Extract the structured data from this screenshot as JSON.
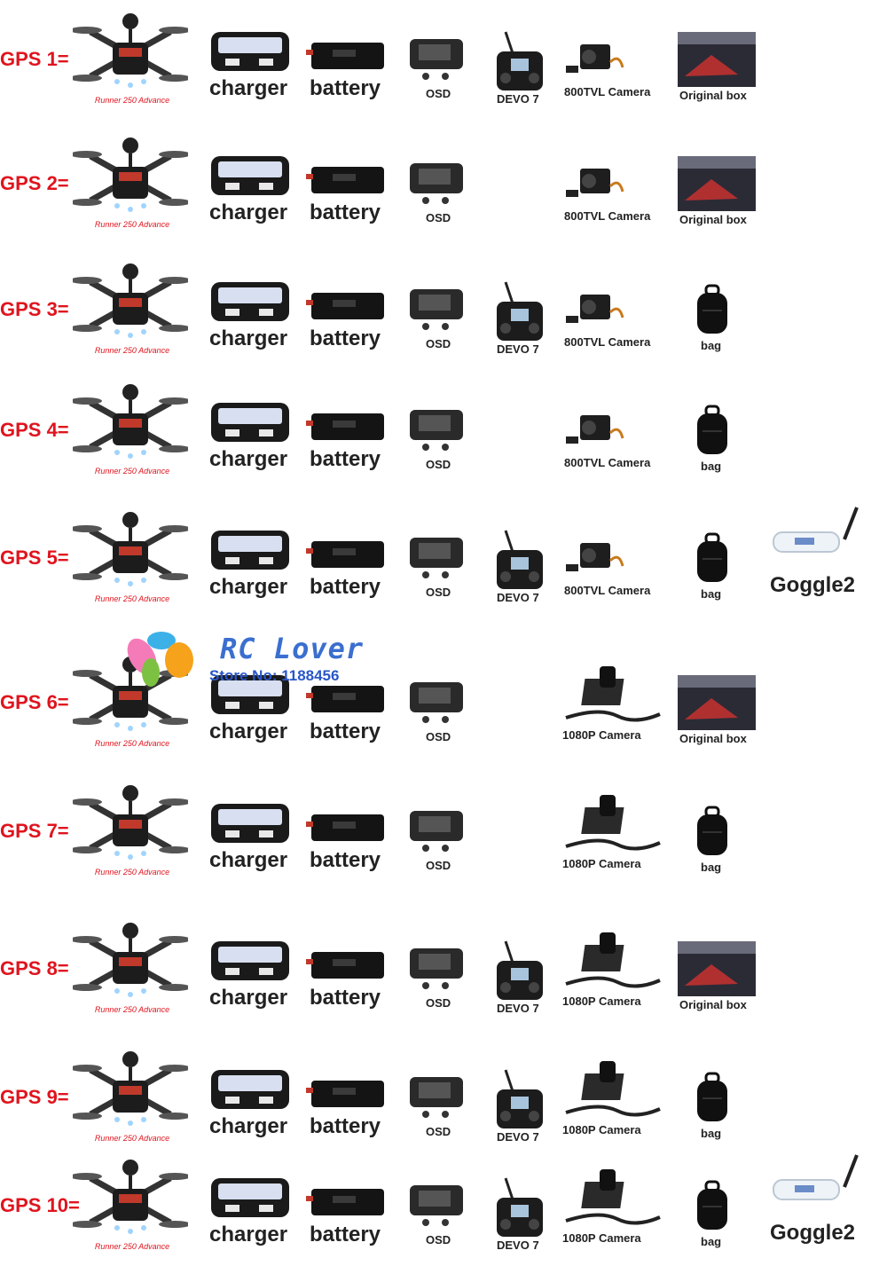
{
  "drone_caption": "Runner 250 Advance",
  "watermark": {
    "title": "RC Lover",
    "subtitle": "Store No: 1188456"
  },
  "labels": {
    "charger": "charger",
    "battery": "battery",
    "osd": "OSD",
    "devo": "DEVO 7",
    "cam800": "800TVL Camera",
    "cam1080": "1080P Camera",
    "box": "Original box",
    "bag": "bag",
    "goggle": "Goggle2"
  },
  "rows": [
    {
      "label": "GPS 1=",
      "items": [
        "charger",
        "battery",
        "osd",
        "devo",
        "cam800",
        "box"
      ]
    },
    {
      "label": "GPS 2=",
      "items": [
        "charger",
        "battery",
        "osd",
        "cam800",
        "box"
      ]
    },
    {
      "label": "GPS 3=",
      "items": [
        "charger",
        "battery",
        "osd",
        "devo",
        "cam800",
        "bag"
      ]
    },
    {
      "label": "GPS 4=",
      "items": [
        "charger",
        "battery",
        "osd",
        "cam800",
        "bag"
      ]
    },
    {
      "label": "GPS 5=",
      "items": [
        "charger",
        "battery",
        "osd",
        "devo",
        "cam800",
        "bag",
        "goggle"
      ]
    },
    {
      "label": "GPS 6=",
      "items": [
        "charger",
        "battery",
        "osd",
        "cam1080",
        "box"
      ]
    },
    {
      "label": "GPS 7=",
      "items": [
        "charger",
        "battery",
        "osd",
        "cam1080",
        "bag"
      ]
    },
    {
      "label": "GPS 8=",
      "items": [
        "charger",
        "battery",
        "osd",
        "devo",
        "cam1080",
        "box"
      ]
    },
    {
      "label": "GPS 9=",
      "items": [
        "charger",
        "battery",
        "osd",
        "devo",
        "cam1080",
        "bag"
      ]
    },
    {
      "label": "GPS 10=",
      "items": [
        "charger",
        "battery",
        "osd",
        "devo",
        "cam1080",
        "bag",
        "goggle"
      ]
    }
  ]
}
